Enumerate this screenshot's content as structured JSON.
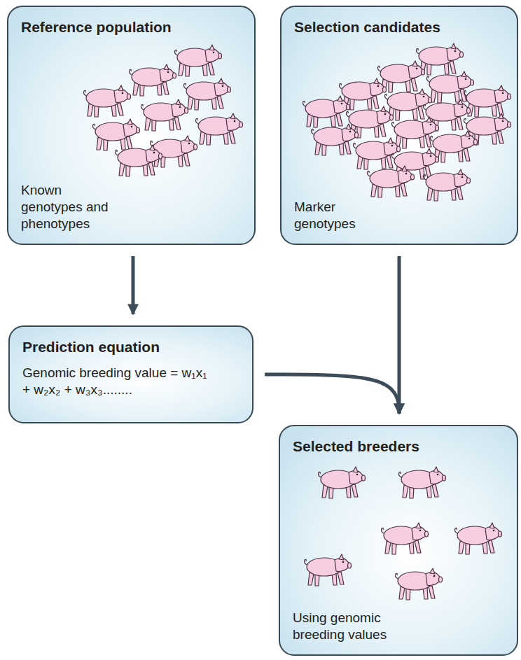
{
  "diagram": {
    "nodes": [
      {
        "text": [
          "Reference population",
          "Known genotypes and phenotypes"
        ]
      },
      {
        "text": [
          "Selection candidates",
          "Marker genotypes"
        ]
      },
      {
        "text": [
          "Prediction equation",
          "Genomic breeding value = w₁x₁ + w₂x₂ + w₃x₃........"
        ]
      },
      {
        "text": [
          "Selected breeders",
          "Using genomic breeding values"
        ]
      }
    ],
    "edges": [
      {
        "from": 0,
        "to": 2,
        "arrow": "to"
      },
      {
        "from": 1,
        "to": 3,
        "arrow": "to"
      },
      {
        "from": 2,
        "to": 3,
        "arrow": "to"
      }
    ]
  }
}
